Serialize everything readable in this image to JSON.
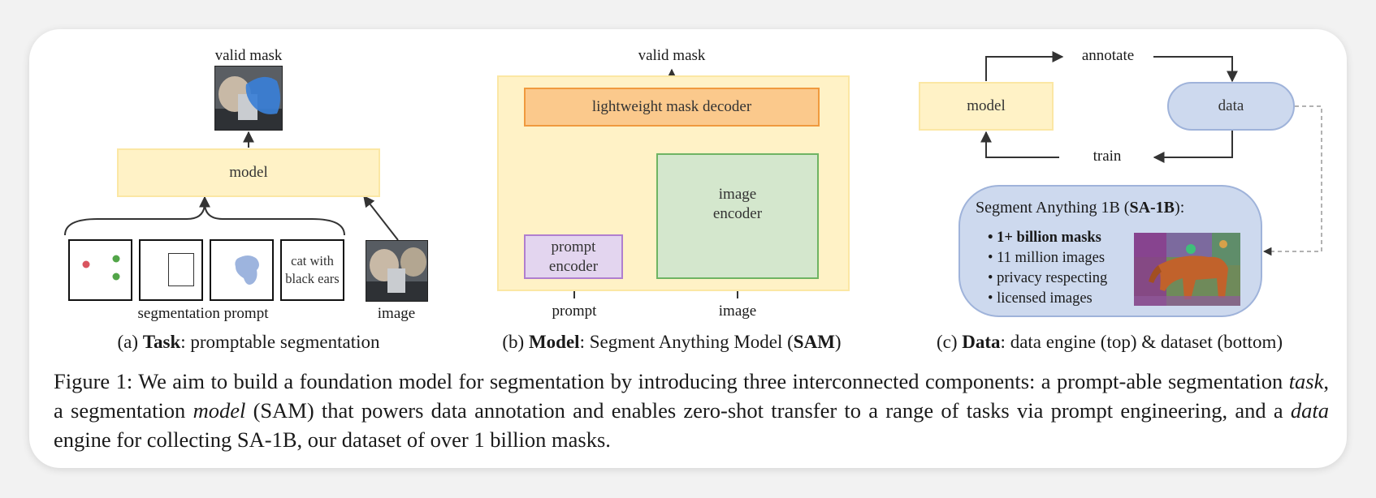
{
  "panel_a": {
    "output_label": "valid mask",
    "model_label": "model",
    "text_prompt_line1": "cat with",
    "text_prompt_line2": "black ears",
    "prompts_label": "segmentation prompt",
    "image_label": "image",
    "caption_prefix": "(a) ",
    "caption_bold": "Task",
    "caption_rest": ": promptable segmentation"
  },
  "panel_b": {
    "output_label": "valid mask",
    "decoder_label": "lightweight mask decoder",
    "prompt_encoder_line1": "prompt",
    "prompt_encoder_line2": "encoder",
    "image_encoder_line1": "image",
    "image_encoder_line2": "encoder",
    "prompt_input_label": "prompt",
    "image_input_label": "image",
    "caption_prefix": "(b) ",
    "caption_bold": "Model",
    "caption_mid": ": Segment Anything Model (",
    "caption_bold2": "SAM",
    "caption_end": ")"
  },
  "panel_c": {
    "annotate_label": "annotate",
    "model_label": "model",
    "data_label": "data",
    "train_label": "train",
    "dataset_title_prefix": "Segment Anything 1B (",
    "dataset_title_bold": "SA-1B",
    "dataset_title_suffix": "):",
    "dataset_items": [
      "1+ billion masks",
      "11 million images",
      "privacy respecting",
      "licensed images"
    ],
    "caption_prefix": "(c) ",
    "caption_bold": "Data",
    "caption_rest": ": data engine (top) & dataset (bottom)"
  },
  "figure_caption": {
    "part1": "Figure 1: We aim to build a foundation model for segmentation by introducing three interconnected components: a prompt-able segmentation ",
    "em1": "task",
    "part2": ", a segmentation ",
    "em2": "model",
    "part3": " (SAM) that powers data annotation and enables zero-shot transfer to a range of tasks via prompt engineering, and a ",
    "em3": "data",
    "part4": " engine for collecting SA-1B, our dataset of over 1 billion masks."
  },
  "colors": {
    "model_fill": "#fff2c6",
    "decoder_fill": "#fbc98c",
    "decoder_border": "#f09a3e",
    "prompt_encoder_fill": "#e3d5ef",
    "prompt_encoder_border": "#b07fcf",
    "image_encoder_fill": "#d4e7cd",
    "image_encoder_border": "#6fb463",
    "data_fill": "#cdd9ee",
    "data_border": "#9fb3da"
  }
}
